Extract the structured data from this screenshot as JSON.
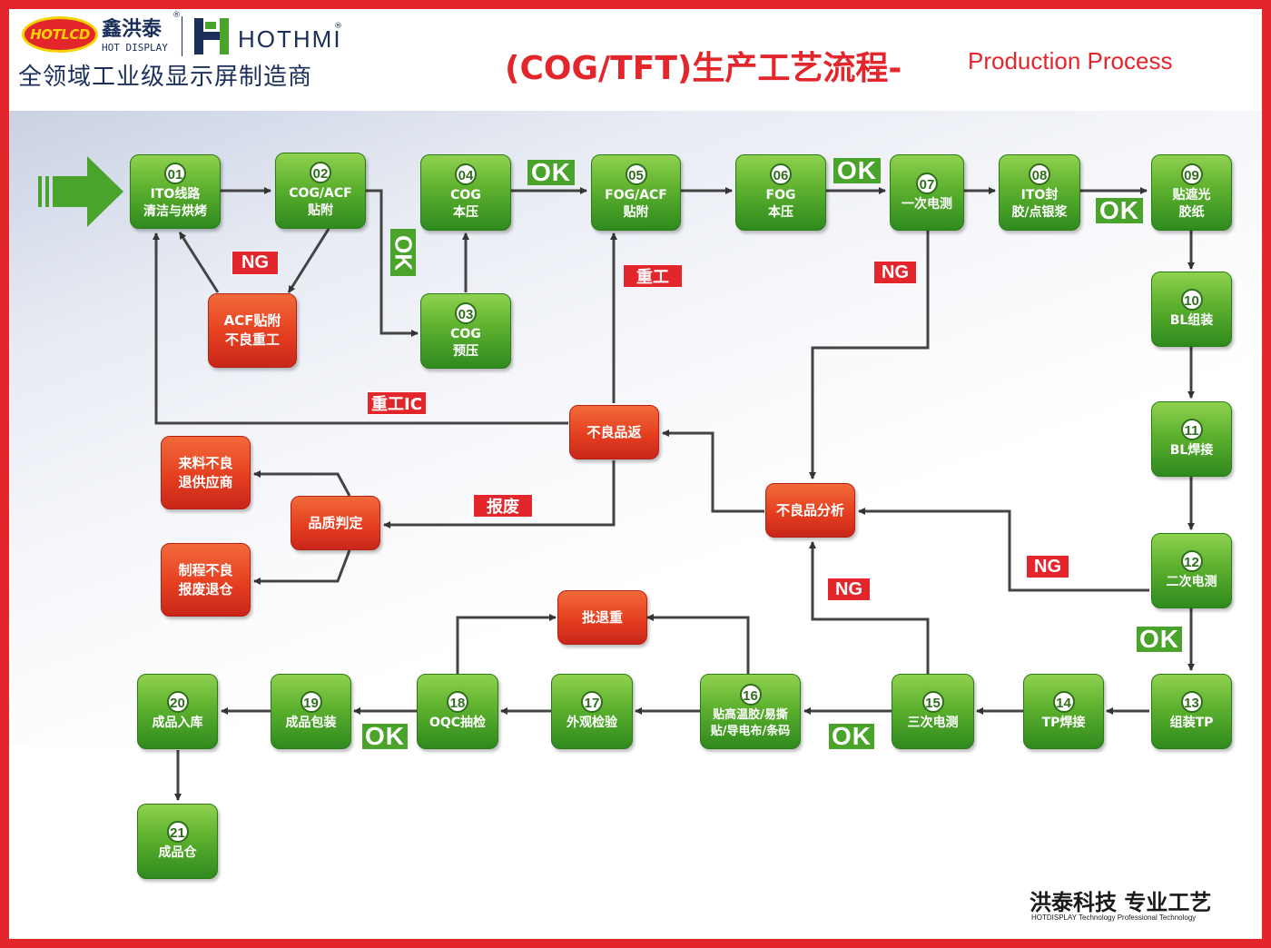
{
  "header": {
    "logo_badge": "HOTLCD",
    "logo_cn": "鑫洪泰",
    "logo_en": "HOT DISPLAY",
    "brand2": "HOTHMI",
    "reg_mark": "®",
    "tagline": "全领域工业级显示屏制造商",
    "title": "(COG/TFT)生产工艺流程-",
    "title_en": "Production Process"
  },
  "nodes": {
    "n01": {
      "num": "01",
      "line1": "ITO线路",
      "line2": "清洁与烘烤"
    },
    "n02": {
      "num": "02",
      "line1": "COG/ACF",
      "line2": "贴附"
    },
    "n03": {
      "num": "03",
      "line1": "COG",
      "line2": "预压"
    },
    "n04": {
      "num": "04",
      "line1": "COG",
      "line2": "本压"
    },
    "n05": {
      "num": "05",
      "line1": "FOG/ACF",
      "line2": "贴附"
    },
    "n06": {
      "num": "06",
      "line1": "FOG",
      "line2": "本压"
    },
    "n07": {
      "num": "07",
      "line1": "一次电测"
    },
    "n08": {
      "num": "08",
      "line1": "ITO封",
      "line2": "胶/点银浆"
    },
    "n09": {
      "num": "09",
      "line1": "贴遮光",
      "line2": "胶纸"
    },
    "n10": {
      "num": "10",
      "line1": "BL组装"
    },
    "n11": {
      "num": "11",
      "line1": "BL焊接"
    },
    "n12": {
      "num": "12",
      "line1": "二次电测"
    },
    "n13": {
      "num": "13",
      "line1": "组装TP"
    },
    "n14": {
      "num": "14",
      "line1": "TP焊接"
    },
    "n15": {
      "num": "15",
      "line1": "三次电测"
    },
    "n16": {
      "num": "16",
      "line1": "贴高温胶/易撕",
      "line2": "贴/导电布/条码"
    },
    "n17": {
      "num": "17",
      "line1": "外观检验"
    },
    "n18": {
      "num": "18",
      "line1": "OQC抽检"
    },
    "n19": {
      "num": "19",
      "line1": "成品包装"
    },
    "n20": {
      "num": "20",
      "line1": "成品入库"
    },
    "n21": {
      "num": "21",
      "line1": "成品仓"
    }
  },
  "red_nodes": {
    "acf_rework": {
      "line1": "ACF贴附",
      "line2": "不良重工"
    },
    "defect_return": {
      "line1": "不良品返"
    },
    "defect_analysis": {
      "line1": "不良品分析"
    },
    "quality_judge": {
      "line1": "品质判定"
    },
    "return_supplier": {
      "line1": "来料不良",
      "line2": "退供应商"
    },
    "scrap_return": {
      "line1": "制程不良",
      "line2": "报废退仓"
    },
    "batch_return": {
      "line1": "批退重"
    }
  },
  "tags": {
    "ok": "OK",
    "ng": "NG",
    "rework": "重工",
    "rework_ic": "重工IC",
    "scrap": "报废"
  },
  "footer": {
    "slogan": "洪泰科技 专业工艺",
    "slogan_en": "HOTDISPLAY  Technology Professional Technology"
  },
  "colors": {
    "accent_red": "#e3262c",
    "node_green": "#5db12e",
    "node_red": "#e53f20",
    "brand_blue": "#1b2f5a"
  }
}
